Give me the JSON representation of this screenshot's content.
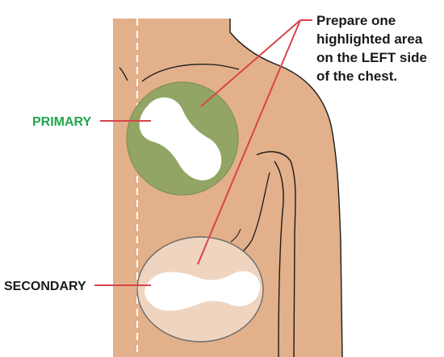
{
  "instruction": {
    "lines": [
      "Prepare one",
      "highlighted area",
      "on the LEFT side",
      "of the chest."
    ]
  },
  "labels": {
    "primary": "PRIMARY",
    "secondary": "SECONDARY"
  },
  "colors": {
    "skin": "#e2b08a",
    "skin_outline": "#1a1a1a",
    "primary_area": "#93a564",
    "secondary_area": "#efd5c0",
    "electrode_pad": "#ffffff",
    "pointer_line": "#d9434b",
    "primary_label": "#1fa64a",
    "secondary_label": "#1a1a1a",
    "instruction_text": "#1a1a1a",
    "midline": "#ffffff"
  }
}
